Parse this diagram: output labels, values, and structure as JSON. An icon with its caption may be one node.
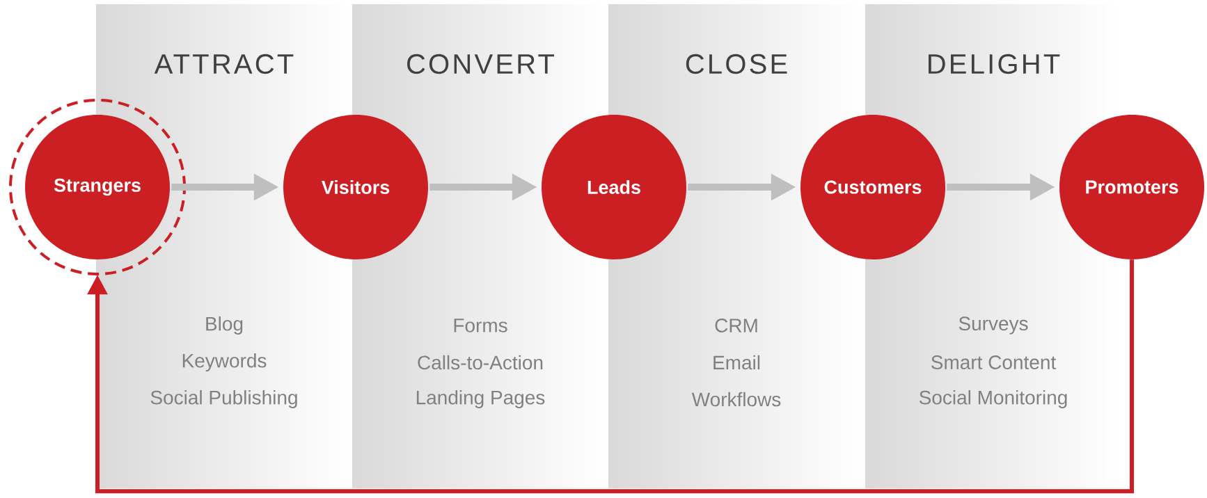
{
  "diagram": {
    "nodes": [
      {
        "text": [
          "ATTRACT",
          "Blog",
          "Keywords",
          "Social Publishing"
        ]
      },
      {
        "text": [
          "CONVERT",
          "Forms",
          "Calls-to-Action",
          "Landing Pages"
        ]
      },
      {
        "text": [
          "CLOSE",
          "CRM",
          "Email",
          "Workflows"
        ]
      },
      {
        "text": [
          "DELIGHT",
          "Surveys",
          "Smart Content",
          "Social Monitoring"
        ]
      },
      {
        "text": [
          "Strangers"
        ]
      },
      {
        "text": [
          "Visitors"
        ]
      },
      {
        "text": [
          "Leads"
        ]
      },
      {
        "text": [
          "Customers"
        ]
      },
      {
        "text": [
          "Promoters"
        ]
      }
    ],
    "edges": [
      {
        "from": 4,
        "to": 5,
        "arrow": "to"
      },
      {
        "from": 5,
        "to": 6,
        "arrow": "to"
      },
      {
        "from": 6,
        "to": 7,
        "arrow": "to"
      },
      {
        "from": 7,
        "to": 8,
        "arrow": "to"
      },
      {
        "from": 8,
        "to": 4,
        "arrow": "to",
        "color": "#cc1f24"
      }
    ]
  }
}
